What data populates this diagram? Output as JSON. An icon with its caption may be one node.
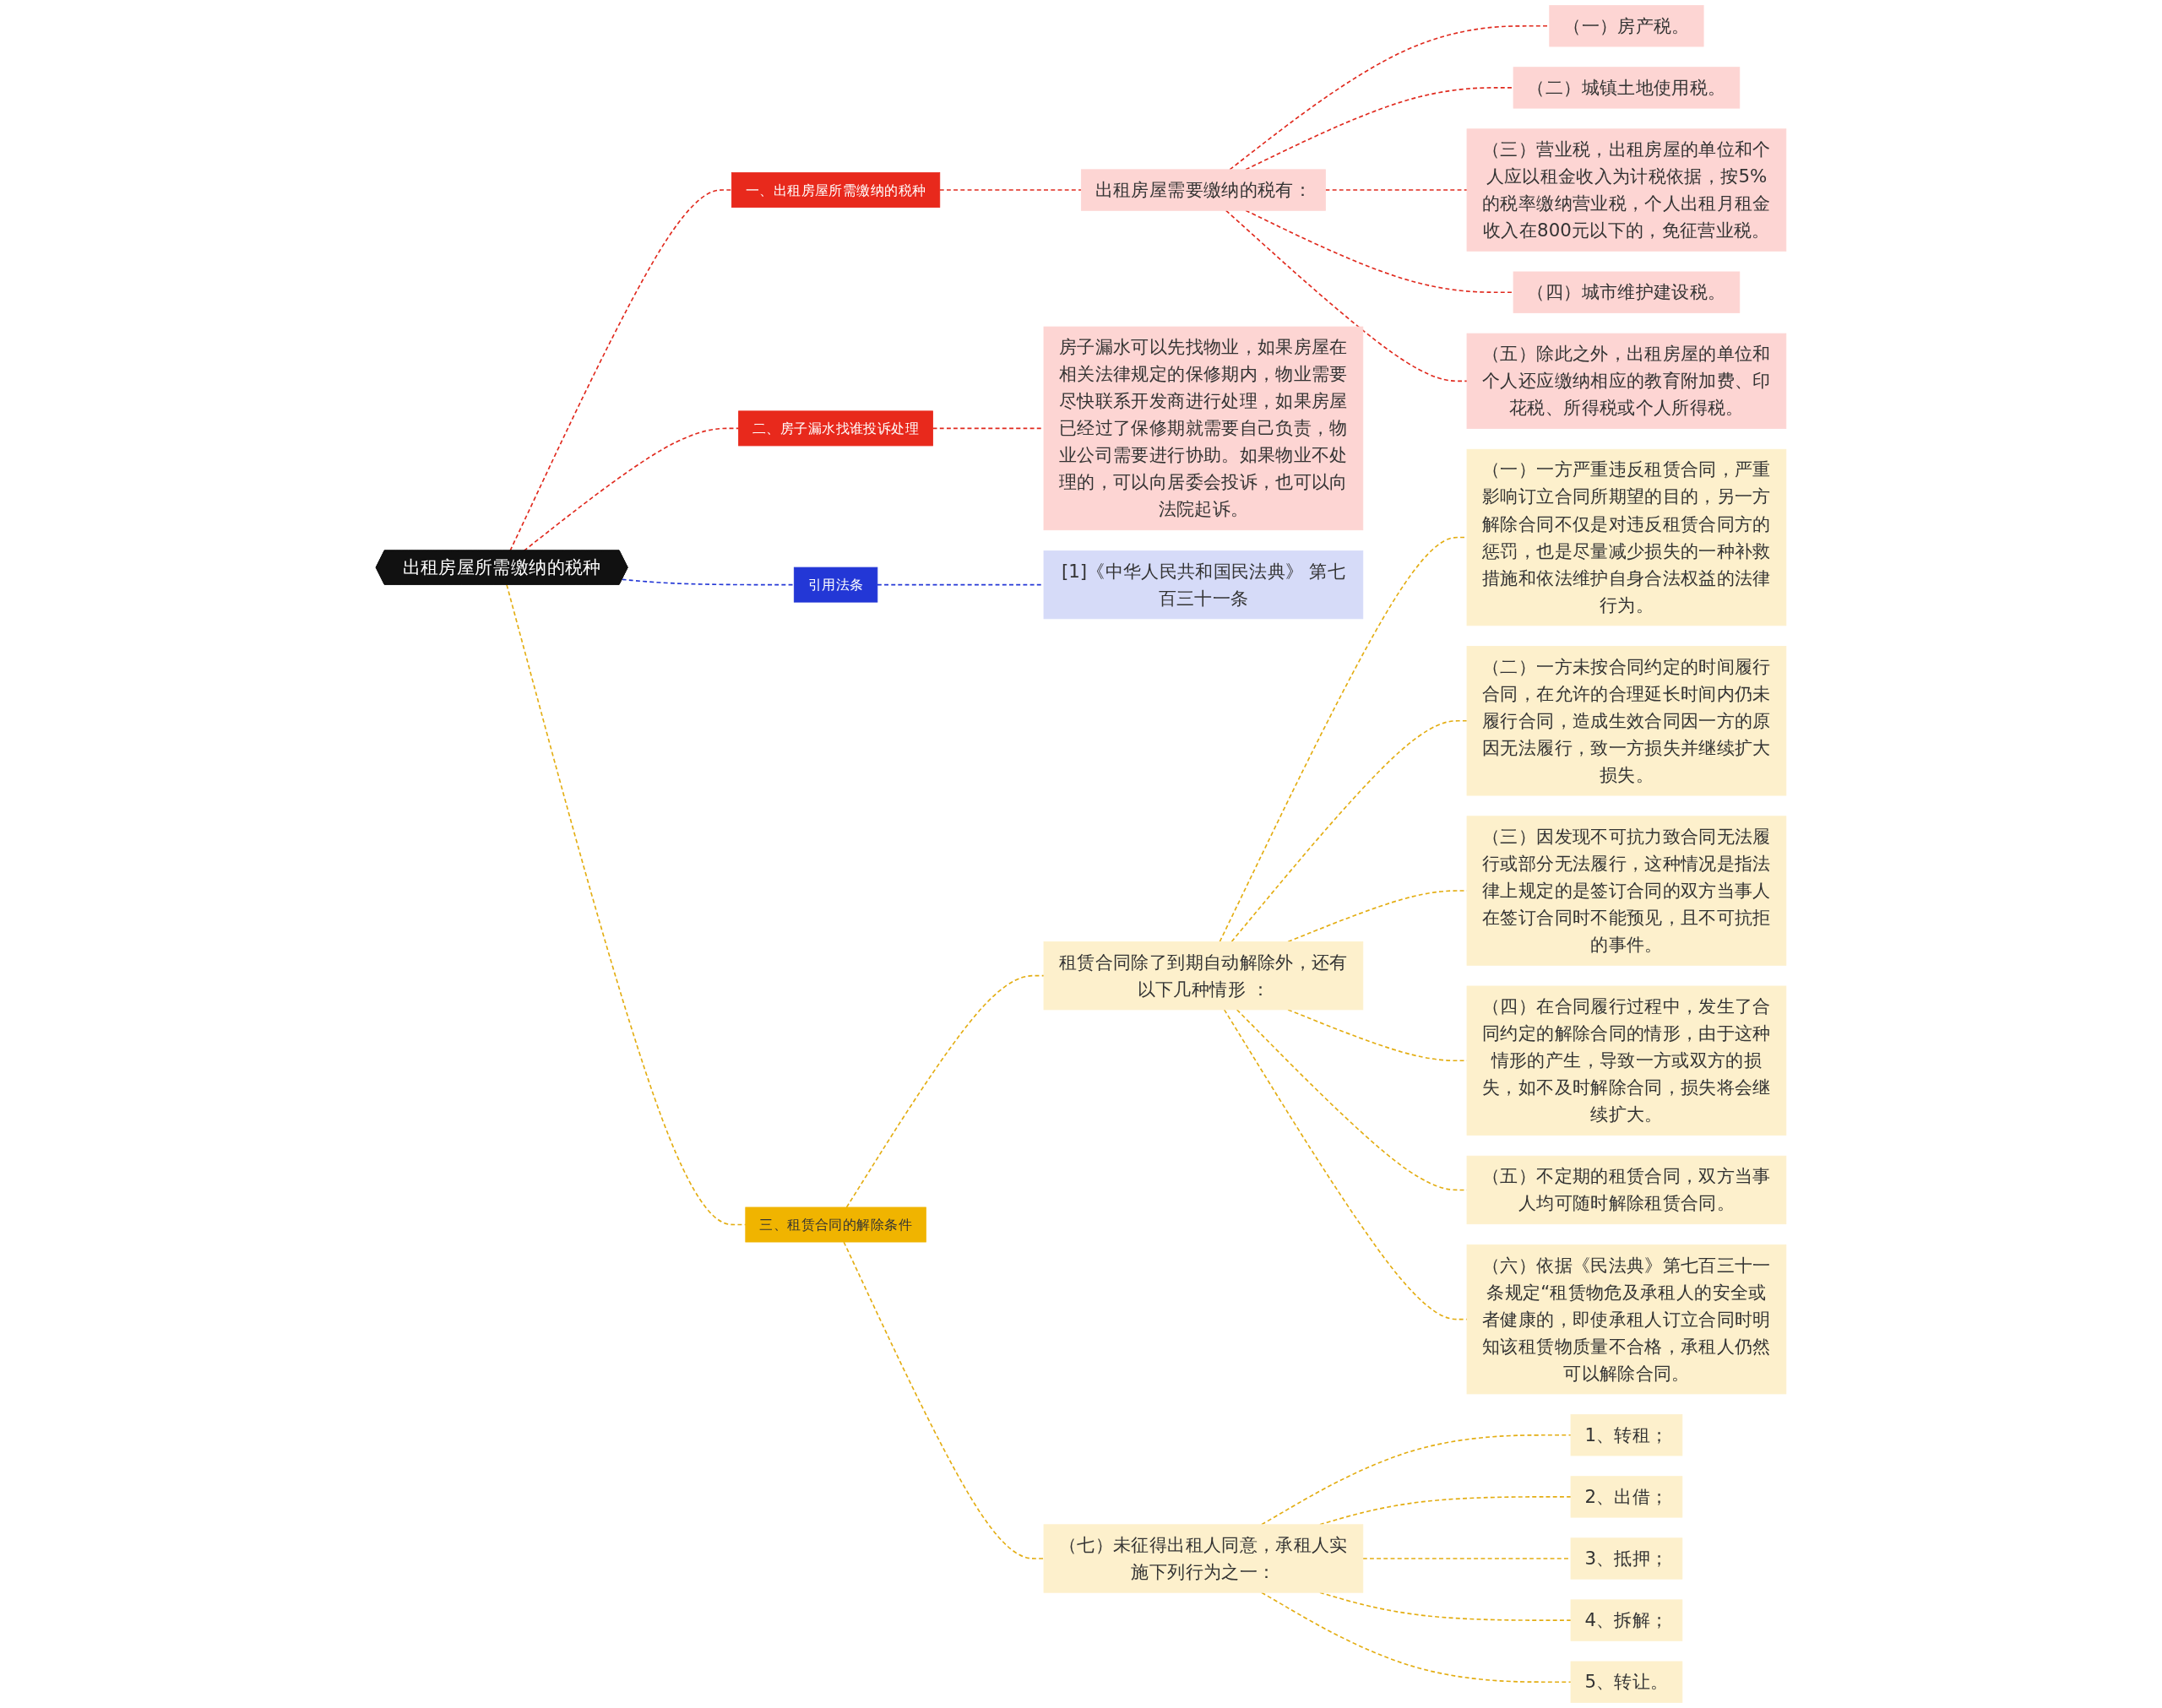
{
  "diagram": {
    "nodes": [
      {
        "text": [
          "出租房屋所需缴纳的税种"
        ]
      },
      {
        "text": [
          "一、出租房屋所需缴纳的税种"
        ]
      },
      {
        "text": [
          "出租房屋需要缴纳的税有："
        ]
      },
      {
        "text": [
          "（一）房产税。"
        ]
      },
      {
        "text": [
          "（二）城镇土地使用税。"
        ]
      },
      {
        "text": [
          "（三）营业税，出租房屋的单位和个人应以租金收入为计税依据，按5%的税率缴纳营业税，个人出租月租金收入在800元以下的，免征营业税。"
        ]
      },
      {
        "text": [
          "（四）城市维护建设税。"
        ]
      },
      {
        "text": [
          "（五）除此之外，出租房屋的单位和个人还应缴纳相应的教育附加费、印花税、所得税或个人所得税。"
        ]
      },
      {
        "text": [
          "二、房子漏水找谁投诉处理"
        ]
      },
      {
        "text": [
          "房子漏水可以先找物业，如果房屋在相关法律规定的保修期内，物业需要尽快联系开发商进行处理，如果房屋已经过了保修期就需要自己负责，物业公司需要进行协助。如果物业不处理的，可以向居委会投诉，也可以向法院起诉。"
        ]
      },
      {
        "text": [
          "引用法条"
        ]
      },
      {
        "text": [
          "[1]《中华人民共和国民法典》 第七百三十一条"
        ]
      },
      {
        "text": [
          "三、租赁合同的解除条件"
        ]
      },
      {
        "text": [
          "租赁合同除了到期自动解除外，还有以下几种情形 ："
        ]
      },
      {
        "text": [
          "（一）一方严重违反租赁合同，严重影响订立合同所期望的目的，另一方解除合同不仅是对违反租赁合同方的惩罚，也是尽量减少损失的一种补救措施和依法维护自身合法权益的法律行为。"
        ]
      },
      {
        "text": [
          "（二）一方未按合同约定的时间履行合同，在允许的合理延长时间内仍未履行合同，造成生效合同因一方的原因无法履行，致一方损失并继续扩大损失。"
        ]
      },
      {
        "text": [
          "（三）因发现不可抗力致合同无法履行或部分无法履行，这种情况是指法律上规定的是签订合同的双方当事人在签订合同时不能预见，且不可抗拒的事件。"
        ]
      },
      {
        "text": [
          "（四）在合同履行过程中，发生了合同约定的解除合同的情形，由于这种情形的产生，导致一方或双方的损失，如不及时解除合同，损失将会继续扩大。"
        ]
      },
      {
        "text": [
          "（五）不定期的租赁合同，双方当事人均可随时解除租赁合同。"
        ]
      },
      {
        "text": [
          "（六）依据《民法典》第七百三十一条规定“租赁物危及承租人的安全或者健康的，即使承租人订立合同时明知该租赁物质量不合格，承租人仍然可以解除合同。"
        ]
      },
      {
        "text": [
          "（七）未征得出租人同意，承租人实施下列行为之一："
        ]
      },
      {
        "text": [
          "1、转租；"
        ]
      },
      {
        "text": [
          "2、出借；"
        ]
      },
      {
        "text": [
          "3、抵押；"
        ]
      },
      {
        "text": [
          "4、拆解；"
        ]
      },
      {
        "text": [
          "5、转让。"
        ]
      }
    ],
    "edges": [
      {
        "from": 0,
        "to": 1,
        "arrow": "none",
        "style": "dashed",
        "color": "#e0291d"
      },
      {
        "from": 1,
        "to": 2,
        "arrow": "none",
        "style": "dashed",
        "color": "#e0291d"
      },
      {
        "from": 2,
        "to": 3,
        "arrow": "none",
        "style": "dashed",
        "color": "#e0291d"
      },
      {
        "from": 2,
        "to": 4,
        "arrow": "none",
        "style": "dashed",
        "color": "#e0291d"
      },
      {
        "from": 2,
        "to": 5,
        "arrow": "none",
        "style": "dashed",
        "color": "#e0291d"
      },
      {
        "from": 2,
        "to": 6,
        "arrow": "none",
        "style": "dashed",
        "color": "#e0291d"
      },
      {
        "from": 2,
        "to": 7,
        "arrow": "none",
        "style": "dashed",
        "color": "#e0291d"
      },
      {
        "from": 0,
        "to": 8,
        "arrow": "none",
        "style": "dashed",
        "color": "#e0291d"
      },
      {
        "from": 8,
        "to": 9,
        "arrow": "none",
        "style": "dashed",
        "color": "#e0291d"
      },
      {
        "from": 0,
        "to": 10,
        "arrow": "none",
        "style": "dashed",
        "color": "#2337d6"
      },
      {
        "from": 10,
        "to": 11,
        "arrow": "none",
        "style": "dashed",
        "color": "#2337d6"
      },
      {
        "from": 0,
        "to": 12,
        "arrow": "none",
        "style": "dashed"
      },
      {
        "from": 12,
        "to": 13,
        "arrow": "none",
        "style": "dashed"
      },
      {
        "from": 13,
        "to": 14,
        "arrow": "none",
        "style": "dashed"
      },
      {
        "from": 13,
        "to": 15,
        "arrow": "none",
        "style": "dashed"
      },
      {
        "from": 13,
        "to": 16,
        "arrow": "none",
        "style": "dashed"
      },
      {
        "from": 13,
        "to": 17,
        "arrow": "none",
        "style": "dashed"
      },
      {
        "from": 13,
        "to": 18,
        "arrow": "none",
        "style": "dashed"
      },
      {
        "from": 13,
        "to": 19,
        "arrow": "none",
        "style": "dashed"
      },
      {
        "from": 12,
        "to": 20,
        "arrow": "none",
        "style": "dashed"
      },
      {
        "from": 20,
        "to": 21,
        "arrow": "none",
        "style": "dashed"
      },
      {
        "from": 20,
        "to": 22,
        "arrow": "none",
        "style": "dashed"
      },
      {
        "from": 20,
        "to": 23,
        "arrow": "none",
        "style": "dashed"
      },
      {
        "from": 20,
        "to": 24,
        "arrow": "none",
        "style": "dashed"
      },
      {
        "from": 20,
        "to": 25,
        "arrow": "none",
        "style": "dashed"
      }
    ]
  }
}
